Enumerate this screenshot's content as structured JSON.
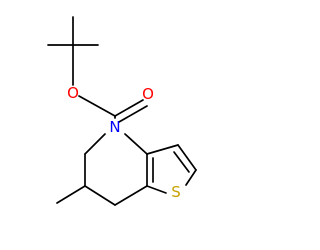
{
  "molecule": {
    "atom_labels": {
      "carbonyl_oxygen": "O",
      "ester_oxygen": "O",
      "ring_nitrogen": "N",
      "ring_sulfur": "S"
    },
    "colors": {
      "bond": "#000000",
      "oxygen": "#ff0000",
      "nitrogen": "#0000ff",
      "sulfur": "#c8a000",
      "background": "#ffffff"
    }
  }
}
